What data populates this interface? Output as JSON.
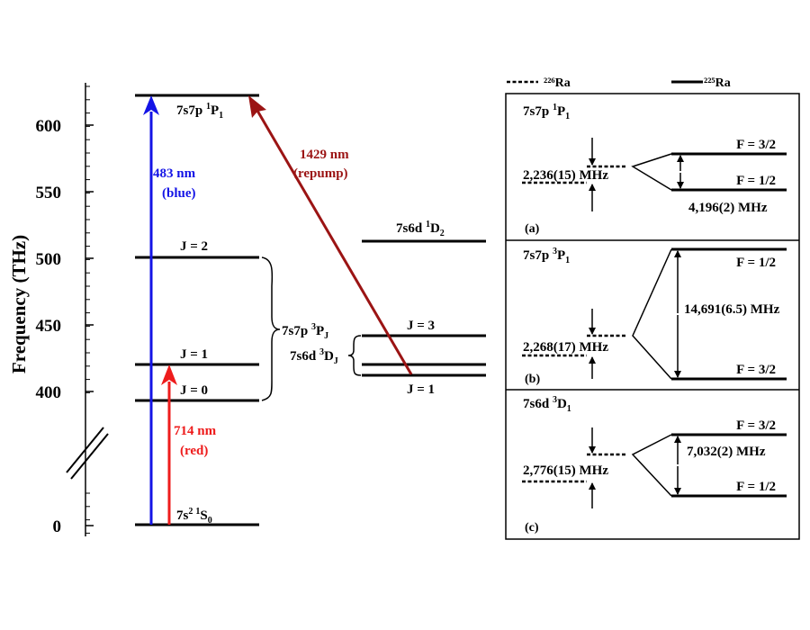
{
  "axis": {
    "label": "Frequency (THz)",
    "ticks": [
      "0",
      "400",
      "450",
      "500",
      "550",
      "600"
    ]
  },
  "levels": {
    "ground": "7s² ¹S₀",
    "p1": "7s7p ¹P₁",
    "j2": "J = 2",
    "j1": "J = 1",
    "j0": "J = 0",
    "p3j": "7s7p ³P_J",
    "d1d2": "7s6d ¹D₂",
    "d3j_label": "7s6d ³D_J",
    "d_j3": "J = 3",
    "d_j1": "J = 1"
  },
  "transitions": {
    "blue": {
      "wavelength": "483 nm",
      "name": "(blue)",
      "color": "#1414e6"
    },
    "red": {
      "wavelength": "714 nm",
      "name": "(red)",
      "color": "#ee1c1c"
    },
    "repump": {
      "wavelength": "1429 nm",
      "name": "(repump)",
      "color": "#9b1414"
    }
  },
  "legend": {
    "ra226": "²²⁶Ra",
    "ra225": "²²⁵Ra"
  },
  "panels": [
    {
      "title": "7s7p ¹P₁",
      "isotope_shift": "2,236(15) MHz",
      "upper_f": "F = 3/2",
      "lower_f": "F = 1/2",
      "hyperfine": "4,196(2) MHz",
      "tag": "(a)"
    },
    {
      "title": "7s7p ³P₁",
      "isotope_shift": "2,268(17) MHz",
      "upper_f": "F = 1/2",
      "lower_f": "F = 3/2",
      "hyperfine": "14,691(6.5) MHz",
      "tag": "(b)"
    },
    {
      "title": "7s6d ³D₁",
      "isotope_shift": "2,776(15) MHz",
      "upper_f": "F = 3/2",
      "lower_f": "F = 1/2",
      "hyperfine": "7,032(2) MHz",
      "tag": "(c)"
    }
  ]
}
